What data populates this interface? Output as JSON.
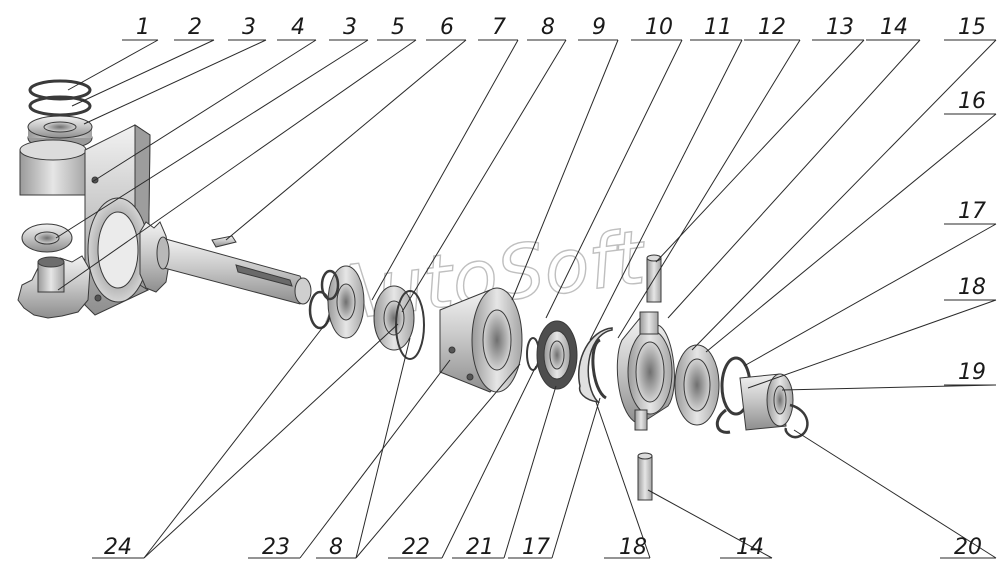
{
  "watermark": "AutoSoft",
  "callouts_top": [
    "1",
    "2",
    "3",
    "4",
    "3",
    "5",
    "6",
    "7",
    "8",
    "9",
    "10",
    "11",
    "12",
    "13",
    "14",
    "15"
  ],
  "callouts_right": [
    "16",
    "17",
    "18",
    "19",
    "20"
  ],
  "callouts_bottom": [
    "24",
    "23",
    "8",
    "22",
    "21",
    "17",
    "18",
    "14"
  ]
}
